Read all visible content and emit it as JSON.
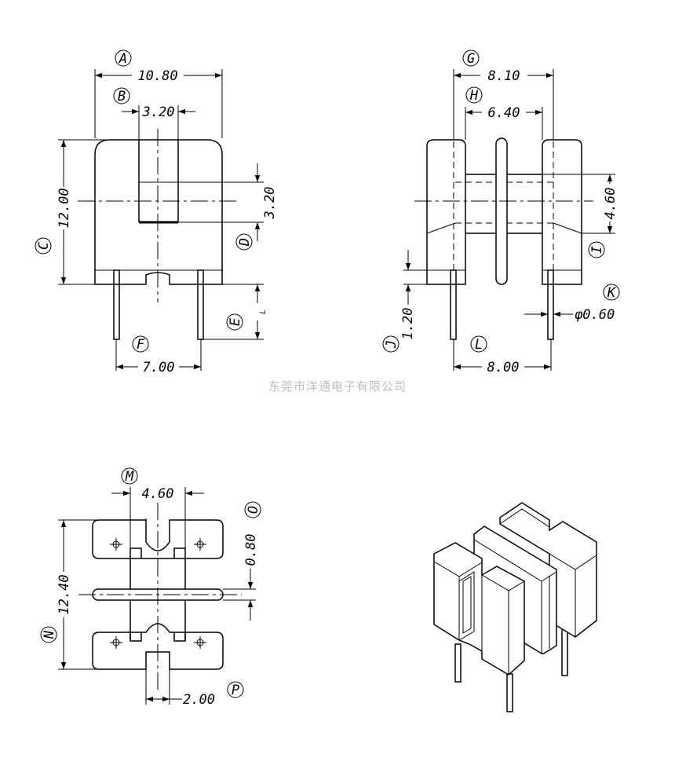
{
  "watermark": "东莞市洋通电子有限公司",
  "dimensions": {
    "A": {
      "label": "A",
      "value": "10.80"
    },
    "B": {
      "label": "B",
      "value": "3.20"
    },
    "C": {
      "label": "C",
      "value": "12.00"
    },
    "D": {
      "label": "D",
      "value": "3.20"
    },
    "E": {
      "label": "E",
      "value": "L"
    },
    "F": {
      "label": "F",
      "value": "7.00"
    },
    "G": {
      "label": "G",
      "value": "8.10"
    },
    "H": {
      "label": "H",
      "value": "6.40"
    },
    "I": {
      "label": "I",
      "value": "4.60"
    },
    "J": {
      "label": "J",
      "value": "1.20"
    },
    "K": {
      "label": "K",
      "value": "φ0.60"
    },
    "L": {
      "label": "L",
      "value": "8.00"
    },
    "M": {
      "label": "M",
      "value": "4.60"
    },
    "N": {
      "label": "N",
      "value": "12.40"
    },
    "O": {
      "label": "O",
      "value": "0.80"
    },
    "P": {
      "label": "P",
      "value": "2.00"
    }
  }
}
